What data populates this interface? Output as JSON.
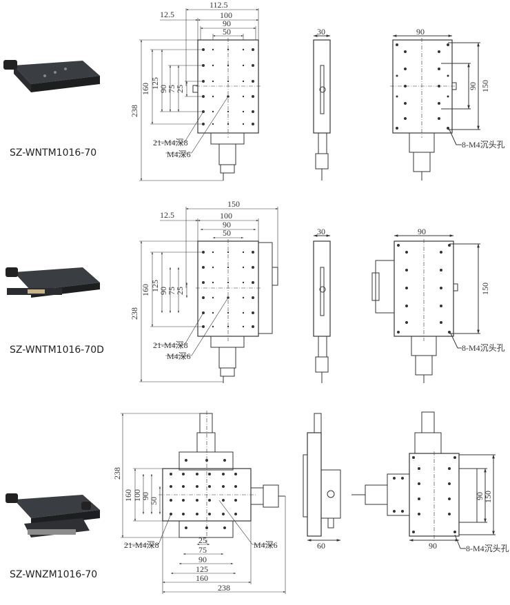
{
  "products": [
    {
      "model": "SZ-WNTM1016-70",
      "top": {
        "widths": [
          "112.5",
          "100",
          "90",
          "50"
        ],
        "offset": "12.5",
        "heights": [
          "238",
          "160",
          "125",
          "90",
          "75",
          "25"
        ],
        "notes": [
          "21-M4深8",
          "M4深6"
        ]
      },
      "side": {
        "width": "30"
      },
      "bottom": {
        "width": "90",
        "height": "150",
        "note": "8-M4沉头孔"
      }
    },
    {
      "model": "SZ-WNTM1016-70D",
      "top": {
        "widths": [
          "150",
          "100",
          "90",
          "50"
        ],
        "offset": "12.5",
        "heights": [
          "238",
          "160",
          "125",
          "90",
          "75",
          "25"
        ],
        "notes": [
          "21-M4深8",
          "M4深6"
        ]
      },
      "side": {
        "width": "30"
      },
      "bottom": {
        "width": "90",
        "height": "150",
        "note": "8-M4沉头孔"
      }
    },
    {
      "model": "SZ-WNZM1016-70",
      "top": {
        "heights": [
          "238",
          "160",
          "100",
          "90",
          "50"
        ],
        "widths": [
          "25",
          "75",
          "90",
          "125",
          "160",
          "238"
        ],
        "notes": [
          "21-M4深8",
          "M4深6"
        ]
      },
      "side": {
        "width": "60"
      },
      "bottom": {
        "width": "90",
        "heights": [
          "90",
          "150"
        ],
        "note": "8-M4沉头孔"
      }
    }
  ]
}
